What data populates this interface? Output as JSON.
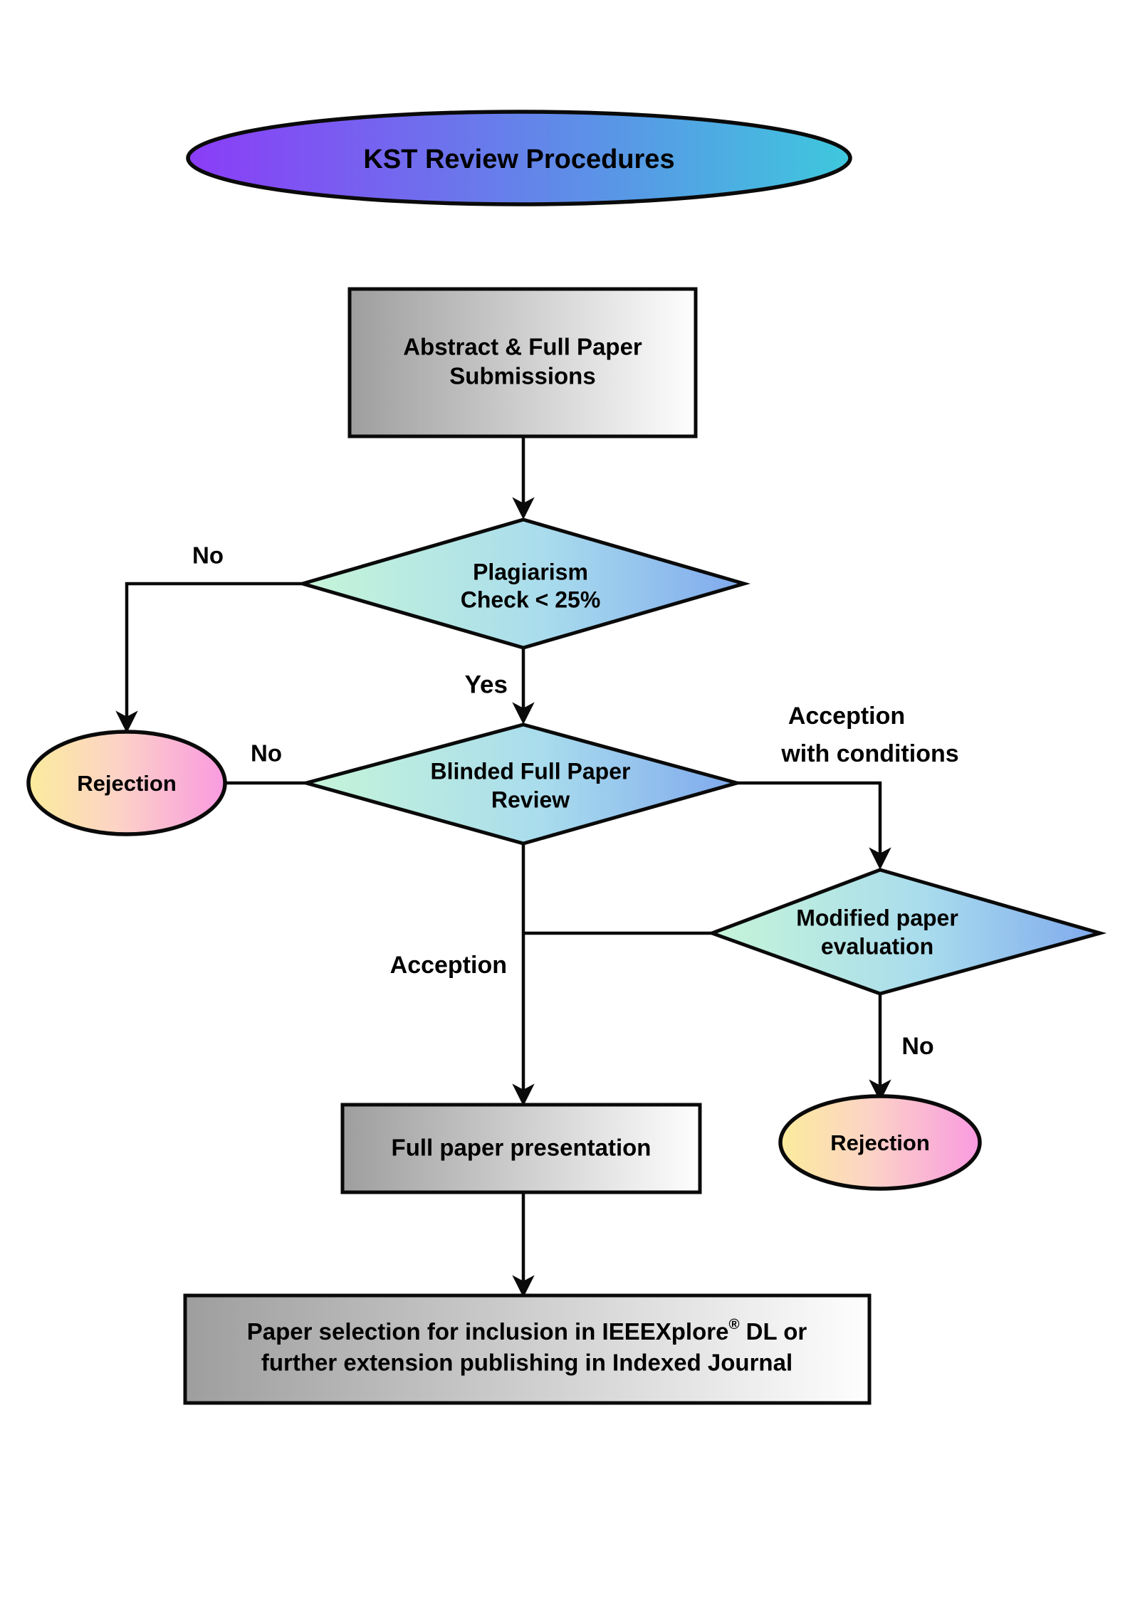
{
  "diagram": {
    "title": "KST Review Procedures",
    "type": "flowchart",
    "background": "#ffffff"
  },
  "nodes": [
    {
      "id": "title",
      "shape": "ellipse",
      "name": "title-ellipse",
      "label": "KST Review Procedures",
      "fill_from": "#8b3cf7",
      "fill_to": "#3ec8dd",
      "font_size": 38
    },
    {
      "id": "submissions",
      "shape": "rect",
      "name": "abstract-full-paper-submissions-box",
      "label_line1": "Abstract & Full Paper",
      "label_line2": "Submissions",
      "fill_from": "#9e9e9e",
      "fill_to": "#fefefe",
      "font_size": 33
    },
    {
      "id": "plagiarism",
      "shape": "diamond",
      "name": "plagiarism-check-decision",
      "label_line1": "Plagiarism",
      "label_line2": "Check < 25%",
      "fill_from": "#c6f5d8",
      "fill_to": "#7fa9ed",
      "font_size": 32
    },
    {
      "id": "rejection1",
      "shape": "ellipse",
      "name": "rejection-ellipse-plagiarism",
      "label": "Rejection",
      "fill_from": "#fbeb9c",
      "fill_to": "#f99ae0",
      "font_size": 31
    },
    {
      "id": "blinded",
      "shape": "diamond",
      "name": "blinded-full-paper-review-decision",
      "label_line1": "Blinded Full Paper",
      "label_line2": "Review",
      "fill_from": "#c6f5d8",
      "fill_to": "#7fa9ed",
      "font_size": 32
    },
    {
      "id": "modified",
      "shape": "diamond",
      "name": "modified-paper-evaluation-decision",
      "label_line1": "Modified paper",
      "label_line2": "evaluation",
      "fill_from": "#c6f5d8",
      "fill_to": "#7fa9ed",
      "font_size": 32
    },
    {
      "id": "rejection2",
      "shape": "ellipse",
      "name": "rejection-ellipse-modified",
      "label": "Rejection",
      "fill_from": "#fbeb9c",
      "fill_to": "#f99ae0",
      "font_size": 31
    },
    {
      "id": "presentation",
      "shape": "rect",
      "name": "full-paper-presentation-box",
      "label_line1": "Full paper presentation",
      "fill_from": "#9e9e9e",
      "fill_to": "#fefefe",
      "font_size": 33
    },
    {
      "id": "selection",
      "shape": "rect",
      "name": "paper-selection-box",
      "label_line1_a": "Paper selection for inclusion in IEEEXplore",
      "label_line1_sup": "®",
      "label_line1_b": " DL or",
      "label_line2": "further extension publishing in Indexed Journal",
      "fill_from": "#9e9e9e",
      "fill_to": "#fefefe",
      "font_size": 33
    }
  ],
  "edge_labels": {
    "no_plagiarism": "No",
    "yes_plagiarism": "Yes",
    "no_blinded": "No",
    "acception_conditions_line1": "Acception",
    "acception_conditions_line2": "with conditions",
    "acception": "Acception",
    "no_modified": "No"
  },
  "edge_label_font_size": 33
}
